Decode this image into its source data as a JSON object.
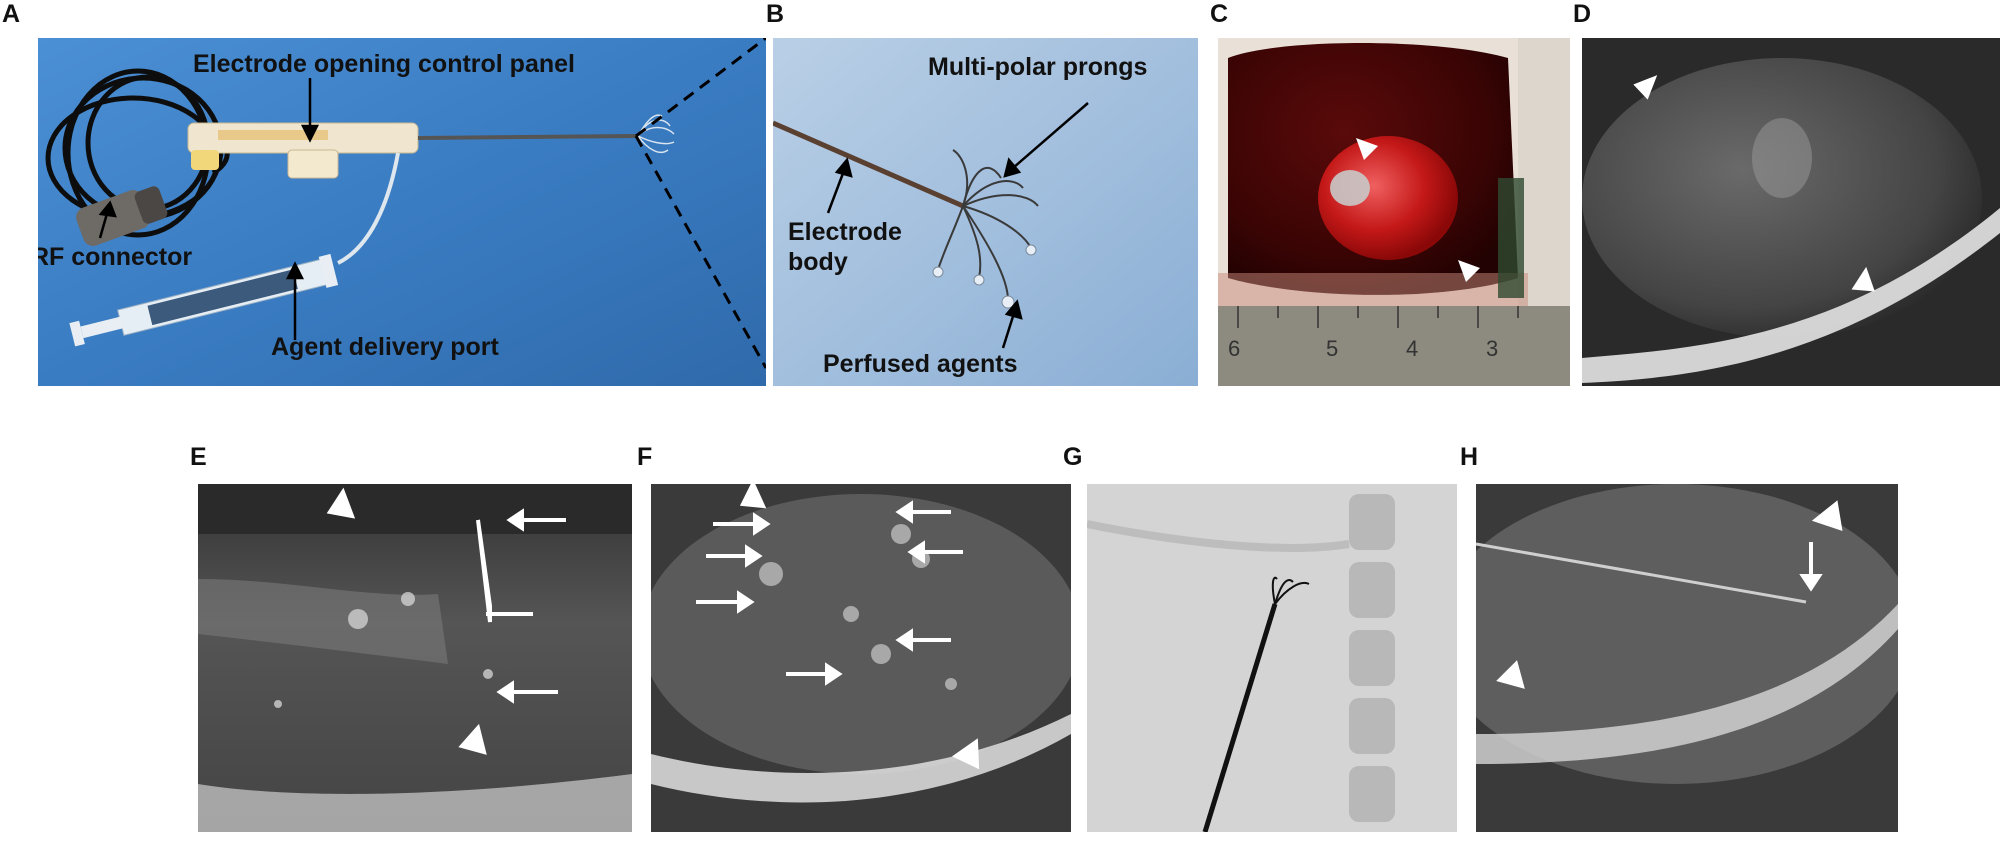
{
  "panels": {
    "A": {
      "letter": "A",
      "labels": {
        "control_panel": "Electrode opening control panel",
        "rf_connector": "RF connector",
        "delivery_port": "Agent delivery port"
      }
    },
    "B": {
      "letter": "B",
      "labels": {
        "prongs": "Multi-polar prongs",
        "body_line1": "Electrode",
        "body_line2": "body",
        "agents": "Perfused agents"
      }
    },
    "C": {
      "letter": "C",
      "ruler_digits": [
        "6",
        "5",
        "4",
        "3"
      ]
    },
    "D": {
      "letter": "D"
    },
    "E": {
      "letter": "E"
    },
    "F": {
      "letter": "F"
    },
    "G": {
      "letter": "G"
    },
    "H": {
      "letter": "H"
    }
  },
  "colors": {
    "drape_blue": "#3d7fc4",
    "tissue_red": "#8a1010",
    "ultrasound_gray": "#4a4a4a"
  }
}
